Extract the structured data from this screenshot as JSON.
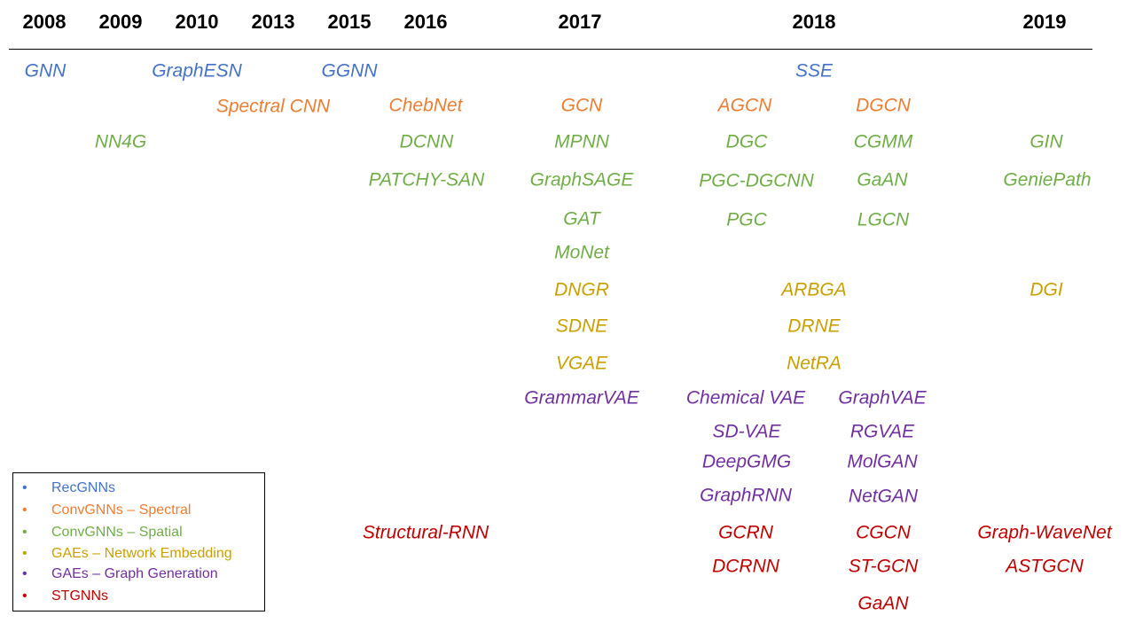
{
  "categories": {
    "recgnn": {
      "label": "RecGNNs",
      "color": "#4472C4"
    },
    "spectral": {
      "label": "ConvGNNs – Spectral",
      "color": "#ED7D31"
    },
    "spatial": {
      "label": "ConvGNNs – Spatial",
      "color": "#70AD47"
    },
    "netemb": {
      "label": "GAEs – Network Embedding",
      "color": "#C9A000"
    },
    "graphgen": {
      "label": "GAEs – Graph Generation",
      "color": "#7030A0"
    },
    "stgnn": {
      "label": "STGNNs",
      "color": "#C00000"
    }
  },
  "legend_bullet": "•",
  "years": [
    "2008",
    "2009",
    "2010",
    "2013",
    "2015",
    "2016",
    "2017",
    "2018",
    "2019"
  ],
  "models": [
    {
      "name": "GNN",
      "category": "recgnn"
    },
    {
      "name": "GraphESN",
      "category": "recgnn"
    },
    {
      "name": "GGNN",
      "category": "recgnn"
    },
    {
      "name": "SSE",
      "category": "recgnn"
    },
    {
      "name": "Spectral CNN",
      "category": "spectral"
    },
    {
      "name": "ChebNet",
      "category": "spectral"
    },
    {
      "name": "GCN",
      "category": "spectral"
    },
    {
      "name": "AGCN",
      "category": "spectral"
    },
    {
      "name": "DGCN",
      "category": "spectral"
    },
    {
      "name": "NN4G",
      "category": "spatial"
    },
    {
      "name": "DCNN",
      "category": "spatial"
    },
    {
      "name": "MPNN",
      "category": "spatial"
    },
    {
      "name": "DGC",
      "category": "spatial"
    },
    {
      "name": "CGMM",
      "category": "spatial"
    },
    {
      "name": "GIN",
      "category": "spatial"
    },
    {
      "name": "PATCHY-SAN",
      "category": "spatial"
    },
    {
      "name": "GraphSAGE",
      "category": "spatial"
    },
    {
      "name": "PGC-DGCNN",
      "category": "spatial"
    },
    {
      "name": "GaAN",
      "category": "spatial"
    },
    {
      "name": "GeniePath",
      "category": "spatial"
    },
    {
      "name": "GAT",
      "category": "spatial"
    },
    {
      "name": "PGC",
      "category": "spatial"
    },
    {
      "name": "LGCN",
      "category": "spatial"
    },
    {
      "name": "MoNet",
      "category": "spatial"
    },
    {
      "name": "DNGR",
      "category": "netemb"
    },
    {
      "name": "ARBGA",
      "category": "netemb"
    },
    {
      "name": "DGI",
      "category": "netemb"
    },
    {
      "name": "SDNE",
      "category": "netemb"
    },
    {
      "name": "DRNE",
      "category": "netemb"
    },
    {
      "name": "VGAE",
      "category": "netemb"
    },
    {
      "name": "NetRA",
      "category": "netemb"
    },
    {
      "name": "GrammarVAE",
      "category": "graphgen"
    },
    {
      "name": "Chemical VAE",
      "category": "graphgen"
    },
    {
      "name": "GraphVAE",
      "category": "graphgen"
    },
    {
      "name": "SD-VAE",
      "category": "graphgen"
    },
    {
      "name": "RGVAE",
      "category": "graphgen"
    },
    {
      "name": "DeepGMG",
      "category": "graphgen"
    },
    {
      "name": "MolGAN",
      "category": "graphgen"
    },
    {
      "name": "GraphRNN",
      "category": "graphgen"
    },
    {
      "name": "NetGAN",
      "category": "graphgen"
    },
    {
      "name": "Structural-RNN",
      "category": "stgnn"
    },
    {
      "name": "GCRN",
      "category": "stgnn"
    },
    {
      "name": "CGCN",
      "category": "stgnn"
    },
    {
      "name": "Graph-WaveNet",
      "category": "stgnn"
    },
    {
      "name": "DCRNN",
      "category": "stgnn"
    },
    {
      "name": "ST-GCN",
      "category": "stgnn"
    },
    {
      "name": "ASTGCN",
      "category": "stgnn"
    },
    {
      "name": "GaAN",
      "category": "stgnn"
    }
  ]
}
